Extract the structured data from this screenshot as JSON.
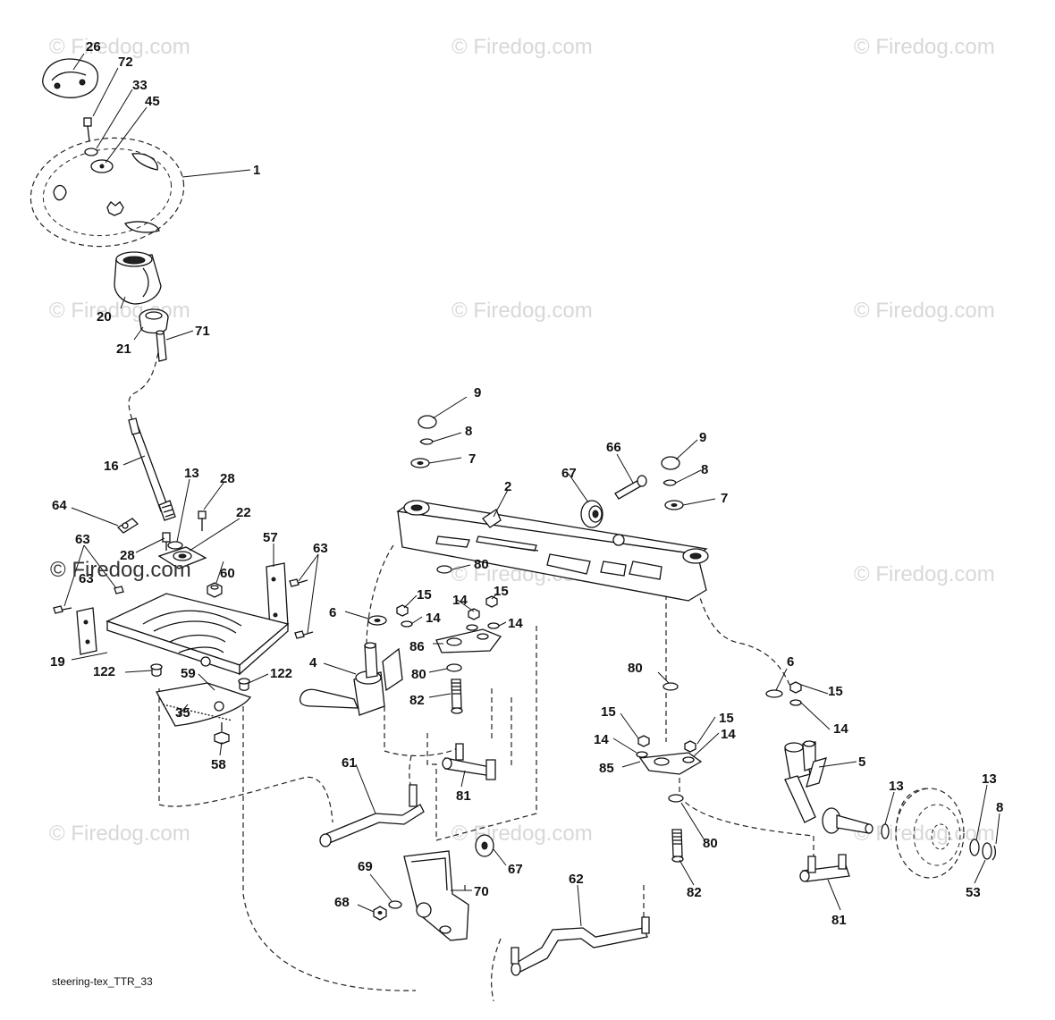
{
  "watermark_text": "© Firedog.com",
  "overlay_watermark": "© Firedog.com",
  "caption": "steering-tex_TTR_33",
  "callouts": {
    "c1": "1",
    "c2": "2",
    "c4": "4",
    "c5": "5",
    "c6a": "6",
    "c6b": "6",
    "c7a": "7",
    "c7b": "7",
    "c8a": "8",
    "c8b": "8",
    "c8c": "8",
    "c9a": "9",
    "c9b": "9",
    "c13a": "13",
    "c13b": "13",
    "c13c": "13",
    "c14a": "14",
    "c14b": "14",
    "c14c": "14",
    "c14d": "14",
    "c14e": "14",
    "c14f": "14",
    "c15a": "15",
    "c15b": "15",
    "c15c": "15",
    "c15d": "15",
    "c15e": "15",
    "c16": "16",
    "c19": "19",
    "c20": "20",
    "c21": "21",
    "c22": "22",
    "c26": "26",
    "c28a": "28",
    "c28b": "28",
    "c33": "33",
    "c35": "35",
    "c45": "45",
    "c53": "53",
    "c57": "57",
    "c58": "58",
    "c59": "59",
    "c60": "60",
    "c61": "61",
    "c62": "62",
    "c63a": "63",
    "c63b": "63",
    "c63c": "63",
    "c64": "64",
    "c66": "66",
    "c67a": "67",
    "c67b": "67",
    "c68": "68",
    "c69": "69",
    "c70": "70",
    "c71": "71",
    "c72": "72",
    "c80a": "80",
    "c80b": "80",
    "c80c": "80",
    "c80d": "80",
    "c81a": "81",
    "c81b": "81",
    "c82a": "82",
    "c82b": "82",
    "c85": "85",
    "c86": "86",
    "c122a": "122",
    "c122b": "122"
  }
}
